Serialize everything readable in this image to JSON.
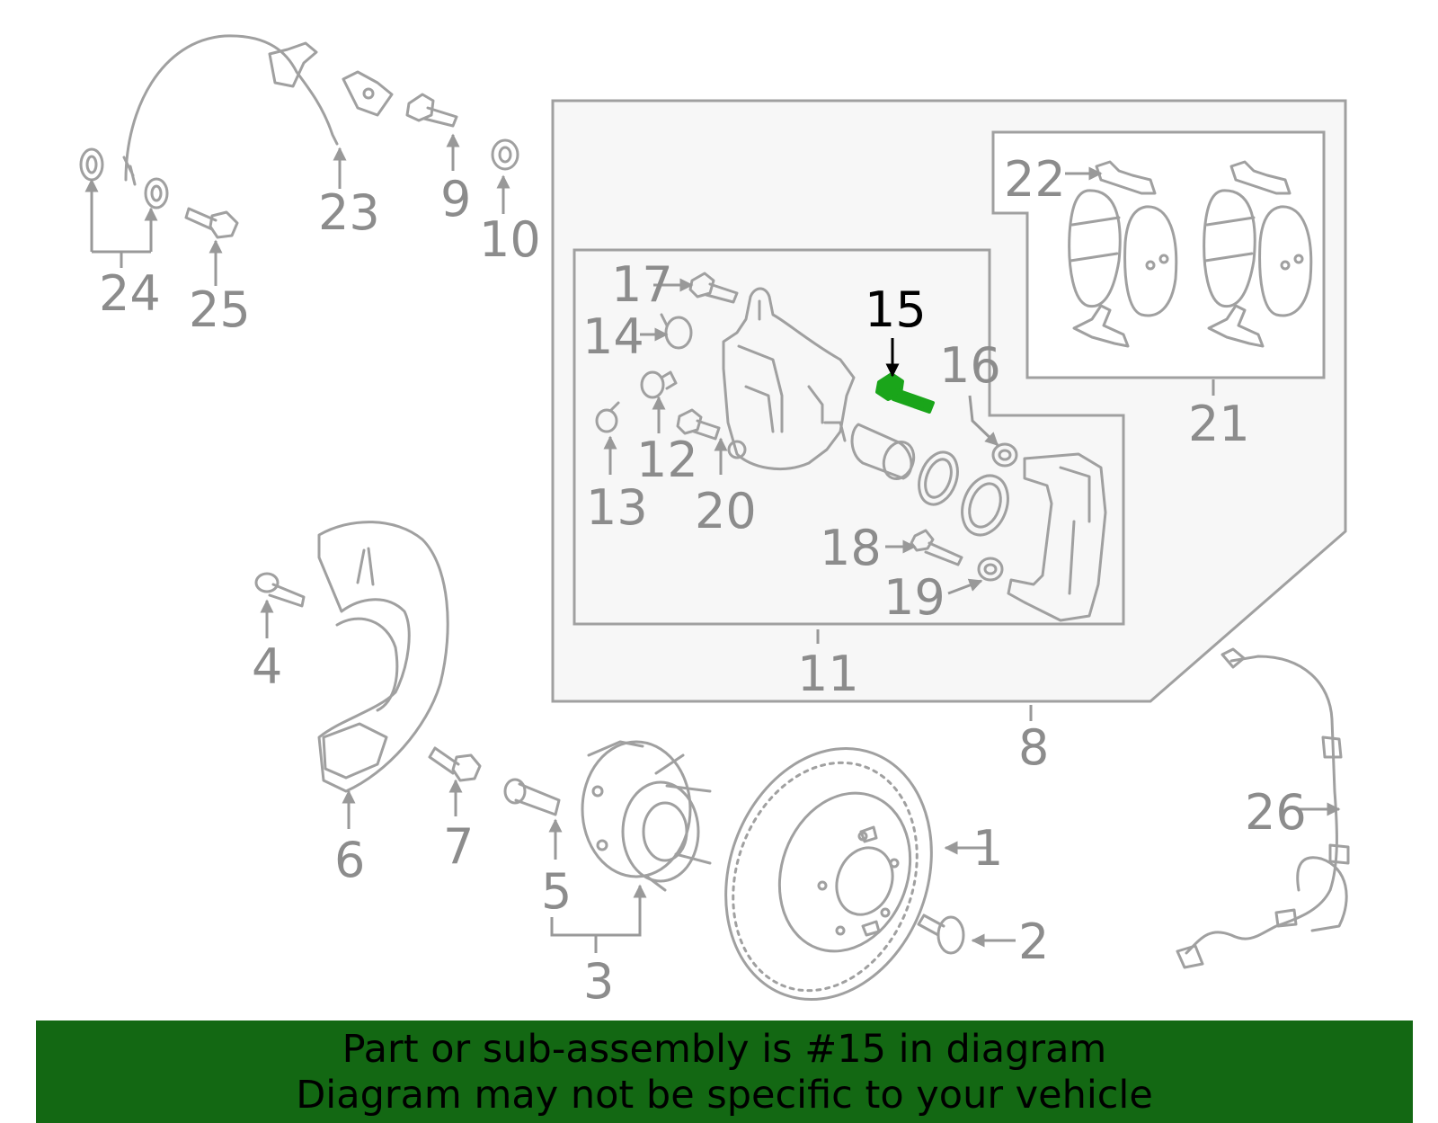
{
  "colors": {
    "part_stroke": "#a0a0a0",
    "label": "#8c8c8c",
    "highlight_label": "#000000",
    "highlight_part": "#1aa51a",
    "box_fill": "#f7f7f7",
    "banner": "#136813"
  },
  "callouts": [
    {
      "id": "1",
      "text": "1"
    },
    {
      "id": "2",
      "text": "2"
    },
    {
      "id": "3",
      "text": "3"
    },
    {
      "id": "4",
      "text": "4"
    },
    {
      "id": "5",
      "text": "5"
    },
    {
      "id": "6",
      "text": "6"
    },
    {
      "id": "7",
      "text": "7"
    },
    {
      "id": "8",
      "text": "8"
    },
    {
      "id": "9",
      "text": "9"
    },
    {
      "id": "10",
      "text": "10"
    },
    {
      "id": "11",
      "text": "11"
    },
    {
      "id": "12",
      "text": "12"
    },
    {
      "id": "13",
      "text": "13"
    },
    {
      "id": "14",
      "text": "14"
    },
    {
      "id": "15",
      "text": "15",
      "highlighted": true
    },
    {
      "id": "16",
      "text": "16"
    },
    {
      "id": "17",
      "text": "17"
    },
    {
      "id": "18",
      "text": "18"
    },
    {
      "id": "19",
      "text": "19"
    },
    {
      "id": "20",
      "text": "20"
    },
    {
      "id": "21",
      "text": "21"
    },
    {
      "id": "22",
      "text": "22"
    },
    {
      "id": "23",
      "text": "23"
    },
    {
      "id": "24",
      "text": "24"
    },
    {
      "id": "25",
      "text": "25"
    },
    {
      "id": "26",
      "text": "26"
    }
  ],
  "banner": {
    "line1": "Part or sub-assembly is #15 in diagram",
    "line2": "Diagram may not be specific to your vehicle"
  }
}
